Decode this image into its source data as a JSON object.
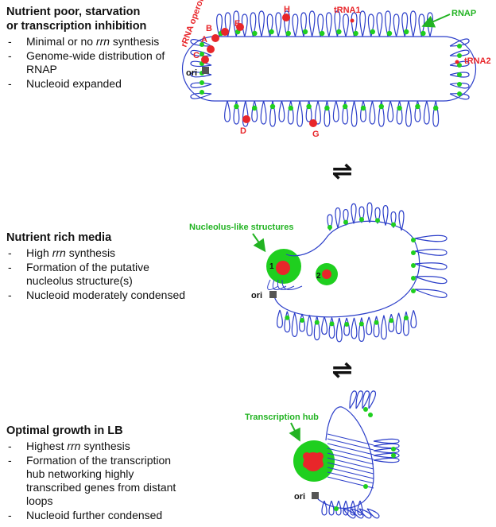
{
  "panels": [
    {
      "title": "Nutrient poor, starvation\nor transcription inhibition",
      "items": [
        {
          "pre": "Minimal or no ",
          "em": "rrn",
          "post": " synthesis"
        },
        {
          "pre": "Genome-wide distribution of RNAP",
          "em": "",
          "post": ""
        },
        {
          "pre": "Nucleoid expanded",
          "em": "",
          "post": ""
        }
      ]
    },
    {
      "title": "Nutrient rich media",
      "items": [
        {
          "pre": "High ",
          "em": "rrn",
          "post": " synthesis"
        },
        {
          "pre": "Formation of the putative nucleolus structure(s)",
          "em": "",
          "post": ""
        },
        {
          "pre": "Nucleoid moderately condensed",
          "em": "",
          "post": ""
        }
      ]
    },
    {
      "title": "Optimal growth in LB",
      "items": [
        {
          "pre": "Highest ",
          "em": "rrn",
          "post": " synthesis"
        },
        {
          "pre": "Formation of the transcription hub networking highly transcribed genes from distant loops",
          "em": "",
          "post": ""
        },
        {
          "pre": "Nucleoid further condensed",
          "em": "",
          "post": ""
        }
      ]
    }
  ],
  "diagram1": {
    "rrna_label": "rRNA operons",
    "operon_letters": [
      "A",
      "B",
      "C",
      "D",
      "E",
      "G",
      "H"
    ],
    "trna1": "tRNA1",
    "trna2": "tRNA2",
    "rnap": "RNAP",
    "ori": "ori"
  },
  "diagram2": {
    "label": "Nucleolus-like structures",
    "num1": "1",
    "num2": "2",
    "ori": "ori"
  },
  "diagram3": {
    "label": "Transcription hub",
    "ori": "ori"
  },
  "equilibrium_symbol": "⇌",
  "colors": {
    "dna": "#2b3ec9",
    "rnap": "#1fcf1f",
    "rrna": "#e8262a",
    "label_green": "#22b322",
    "ori_box": "#555555"
  }
}
